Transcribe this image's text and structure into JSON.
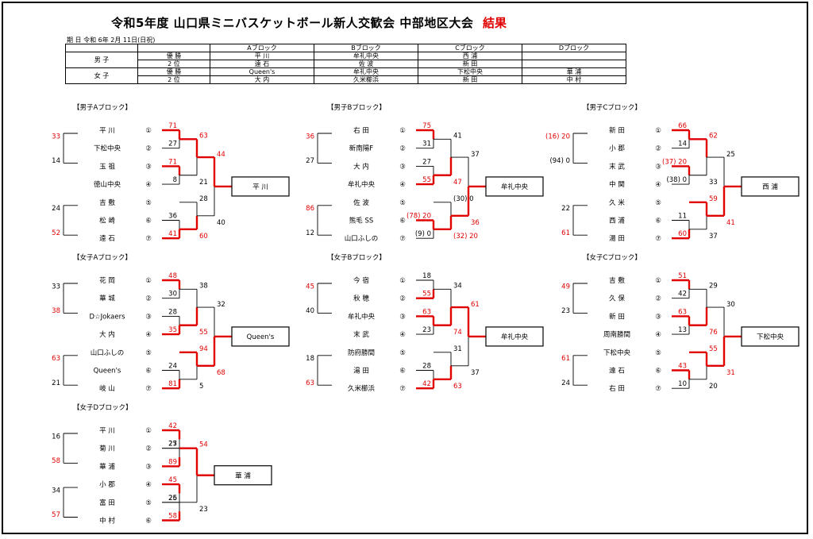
{
  "title": "令和5年度 山口県ミニバスケットボール新人交歓会 中部地区大会",
  "result_label": "結果",
  "date_line": "期 日 令和 6年 2月 11日(日祝)",
  "table": {
    "headers": [
      "",
      "",
      "Aブロック",
      "Bブロック",
      "Cブロック",
      "Dブロック"
    ],
    "rows": [
      {
        "group": "男 子",
        "place": "優 勝",
        "cells": [
          "平 川",
          "牟礼中央",
          "西 浦",
          ""
        ]
      },
      {
        "group": "",
        "place": "2 位",
        "cells": [
          "遠 石",
          "佐 波",
          "新 田",
          ""
        ]
      },
      {
        "group": "女 子",
        "place": "優 勝",
        "cells": [
          "Queen's",
          "牟礼中央",
          "下松中央",
          "華 浦"
        ]
      },
      {
        "group": "",
        "place": "2 位",
        "cells": [
          "大 内",
          "久米櫛浜",
          "新 田",
          "中 村"
        ]
      }
    ]
  },
  "colors": {
    "win": "#e00000",
    "line": "#000000",
    "accent_text": "#e00000"
  },
  "brackets": [
    {
      "id": "boys-a",
      "label": "【男子Aブロック】",
      "winner": "平 川",
      "teams": [
        "平 川",
        "下松中央",
        "玉 祖",
        "徳山中央",
        "吉 敷",
        "松 崎",
        "遠 石"
      ],
      "marks": [
        "①",
        "②",
        "③",
        "④",
        "⑤",
        "⑥",
        "⑦"
      ],
      "left_scores": [
        {
          "v": "33",
          "red": true
        },
        {
          "v": "14",
          "red": false
        },
        {
          "v": "24",
          "red": false
        },
        {
          "v": "52",
          "red": true
        }
      ],
      "r1": [
        {
          "a": "71",
          "b": "27",
          "wa": true
        },
        {
          "a": "71",
          "b": "8",
          "wa": true
        },
        {
          "a": "36",
          "b": "41",
          "wa": false
        }
      ],
      "r2": [
        {
          "a": "63",
          "b": "21",
          "wa": true
        },
        {
          "a": "28",
          "b": "60",
          "wa": false
        }
      ],
      "final": {
        "a": "44",
        "b": "40",
        "wa": true
      }
    },
    {
      "id": "boys-b",
      "label": "【男子Bブロック】",
      "winner": "牟礼中央",
      "teams": [
        "右 田",
        "新南陽F",
        "大 内",
        "牟礼中央",
        "佐 波",
        "熊毛 SS",
        "山口ふしの"
      ],
      "marks": [
        "①",
        "②",
        "③",
        "④",
        "⑤",
        "⑥",
        "⑦"
      ],
      "left_scores": [
        {
          "v": "36",
          "red": true
        },
        {
          "v": "27",
          "red": false
        },
        {
          "v": "86",
          "red": true
        },
        {
          "v": "12",
          "red": false
        }
      ],
      "r1": [
        {
          "a": "75",
          "b": "31",
          "wa": true
        },
        {
          "a": "27",
          "b": "55",
          "wa": false
        },
        {
          "a": "(78) 20",
          "b": "(9) 0",
          "wa": true
        }
      ],
      "r2": [
        {
          "a": "41",
          "b": "47",
          "wa": false
        },
        {
          "a": "(30) 0",
          "b": "(32) 20",
          "wa": false
        }
      ],
      "final": {
        "a": "37",
        "b": "36",
        "wa": false
      }
    },
    {
      "id": "boys-c",
      "label": "【男子Cブロック】",
      "winner": "西 浦",
      "teams": [
        "新 田",
        "小 郡",
        "末 武",
        "中 関",
        "久 米",
        "西 浦",
        "湯 田"
      ],
      "marks": [
        "①",
        "②",
        "③",
        "④",
        "⑤",
        "⑥",
        "⑦"
      ],
      "left_scores": [
        {
          "v": "(16) 20",
          "red": true
        },
        {
          "v": "(94) 0",
          "red": false
        },
        {
          "v": "22",
          "red": false
        },
        {
          "v": "61",
          "red": true
        }
      ],
      "r1": [
        {
          "a": "66",
          "b": "14",
          "wa": true
        },
        {
          "a": "(37) 20",
          "b": "(38) 0",
          "wa": true
        },
        {
          "a": "11",
          "b": "60",
          "wa": false
        }
      ],
      "r2": [
        {
          "a": "62",
          "b": "33",
          "wa": true
        },
        {
          "a": "59",
          "b": "37",
          "wa": true
        }
      ],
      "final": {
        "a": "25",
        "b": "41",
        "wa": false
      }
    },
    {
      "id": "girls-a",
      "label": "【女子Aブロック】",
      "winner": "Queen's",
      "teams": [
        "花 岡",
        "華 城",
        "D☆Jokaers",
        "大 内",
        "山口ふしの",
        "Queen's",
        "岐 山"
      ],
      "marks": [
        "①",
        "②",
        "③",
        "④",
        "⑤",
        "⑥",
        "⑦"
      ],
      "left_scores": [
        {
          "v": "33",
          "red": false
        },
        {
          "v": "38",
          "red": true
        },
        {
          "v": "63",
          "red": true
        },
        {
          "v": "21",
          "red": false
        }
      ],
      "r1": [
        {
          "a": "48",
          "b": "30",
          "wa": true
        },
        {
          "a": "28",
          "b": "35",
          "wa": false
        },
        {
          "a": "24",
          "b": "81",
          "wa": false
        }
      ],
      "r2": [
        {
          "a": "38",
          "b": "55",
          "wa": false
        },
        {
          "a": "94",
          "b": "5",
          "wa": true
        }
      ],
      "final": {
        "a": "32",
        "b": "68",
        "wa": false
      }
    },
    {
      "id": "girls-b",
      "label": "【女子Bブロック】",
      "winner": "牟礼中央",
      "teams": [
        "今 宿",
        "秋 穂",
        "牟礼中央",
        "末 武",
        "防府勝間",
        "湯 田",
        "久米櫛浜"
      ],
      "marks": [
        "①",
        "②",
        "③",
        "④",
        "⑤",
        "⑥",
        "⑦"
      ],
      "left_scores": [
        {
          "v": "45",
          "red": true
        },
        {
          "v": "40",
          "red": false
        },
        {
          "v": "18",
          "red": false
        },
        {
          "v": "63",
          "red": true
        }
      ],
      "r1": [
        {
          "a": "18",
          "b": "55",
          "wa": false
        },
        {
          "a": "63",
          "b": "23",
          "wa": true
        },
        {
          "a": "28",
          "b": "42",
          "wa": false
        }
      ],
      "r2": [
        {
          "a": "34",
          "b": "74",
          "wa": false
        },
        {
          "a": "31",
          "b": "63",
          "wa": false
        }
      ],
      "final": {
        "a": "61",
        "b": "37",
        "wa": true
      }
    },
    {
      "id": "girls-c",
      "label": "【女子Cブロック】",
      "winner": "下松中央",
      "teams": [
        "吉 敷",
        "久 保",
        "新 田",
        "周南勝間",
        "下松中央",
        "遠 石",
        "右 田"
      ],
      "marks": [
        "①",
        "②",
        "③",
        "④",
        "⑤",
        "⑥",
        "⑦"
      ],
      "left_scores": [
        {
          "v": "49",
          "red": true
        },
        {
          "v": "23",
          "red": false
        },
        {
          "v": "61",
          "red": true
        },
        {
          "v": "24",
          "red": false
        }
      ],
      "r1": [
        {
          "a": "51",
          "b": "42",
          "wa": true
        },
        {
          "a": "63",
          "b": "13",
          "wa": true
        },
        {
          "a": "43",
          "b": "10",
          "wa": true
        }
      ],
      "r2": [
        {
          "a": "29",
          "b": "76",
          "wa": false
        },
        {
          "a": "55",
          "b": "20",
          "wa": true
        }
      ],
      "final": {
        "a": "30",
        "b": "31",
        "wa": false
      }
    },
    {
      "id": "girls-d",
      "label": "【女子Dブロック】",
      "winner": "華 浦",
      "teams": [
        "平 川",
        "菊 川",
        "華 浦",
        "小 郡",
        "富 田",
        "中 村"
      ],
      "marks": [
        "①",
        "②",
        "③",
        "④",
        "⑤",
        "⑥"
      ],
      "left_scores": [
        {
          "v": "16",
          "red": false
        },
        {
          "v": "58",
          "red": true
        },
        {
          "v": "34",
          "red": false
        },
        {
          "v": "57",
          "red": true
        }
      ],
      "r1": [
        {
          "a": "42",
          "b": "27",
          "wa": true
        },
        {
          "a": "25",
          "b": "89",
          "wa": false
        },
        {
          "a": "45",
          "b": "26",
          "wa": true
        },
        {
          "a": "25",
          "b": "58",
          "wa": false
        }
      ],
      "r2": [
        {
          "a": "54",
          "b": "23",
          "wa": true
        }
      ],
      "final": null
    }
  ]
}
